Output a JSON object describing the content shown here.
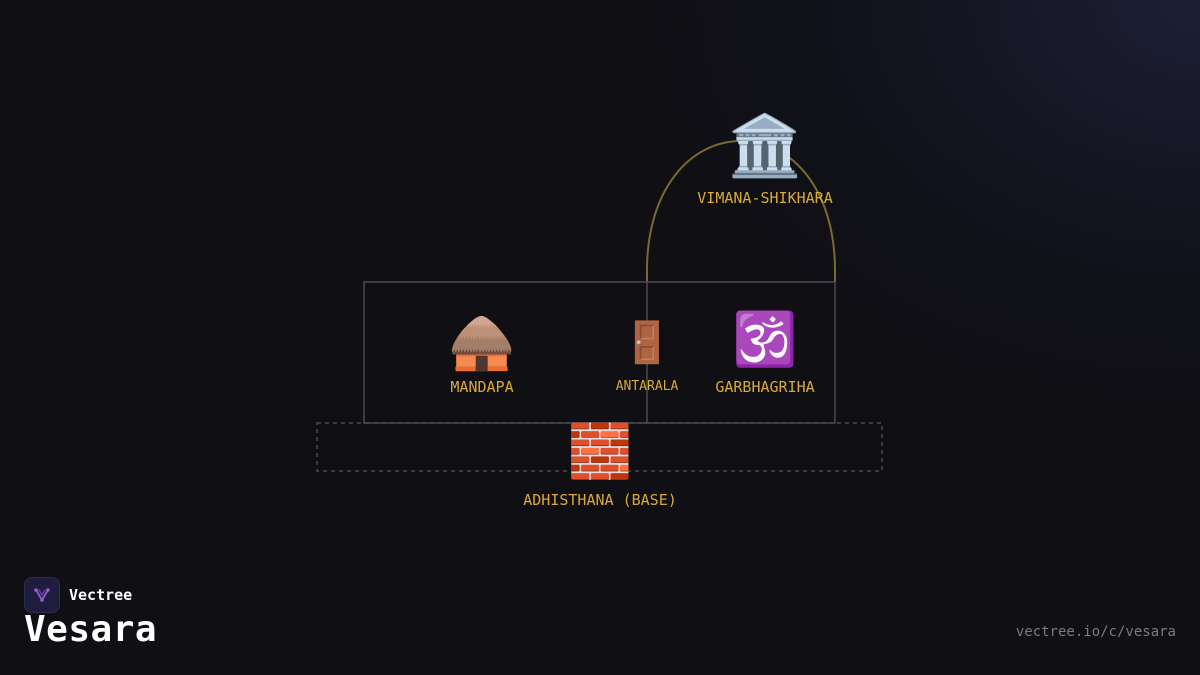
{
  "diagram": {
    "nodes": {
      "vimana": {
        "label": "VIMANA-SHIKHARA",
        "icon": "🏛️",
        "icon_name": "temple-building-icon"
      },
      "mandapa": {
        "label": "MANDAPA",
        "icon": "🛖",
        "icon_name": "hut-icon"
      },
      "antarala": {
        "label": "ANTARALA",
        "icon": "🚪",
        "icon_name": "door-icon"
      },
      "garbhagriha": {
        "label": "GARBHAGRIHA",
        "icon": "🕉️",
        "icon_name": "om-icon"
      },
      "adhisthana": {
        "label": "ADHISTHANA (BASE)",
        "icon": "🧱",
        "icon_name": "brick-icon"
      }
    },
    "colors": {
      "label": "#d9a93a",
      "shikhara_outline": "#7a6a30",
      "structure_line": "#4a4a50",
      "base_dashed": "#4a4a50"
    }
  },
  "branding": {
    "name": "Vectree",
    "title": "Vesara",
    "url": "vectree.io/c/vesara",
    "logo_icon": "vectree-logo-icon",
    "logo_color": "#9b59d6"
  }
}
